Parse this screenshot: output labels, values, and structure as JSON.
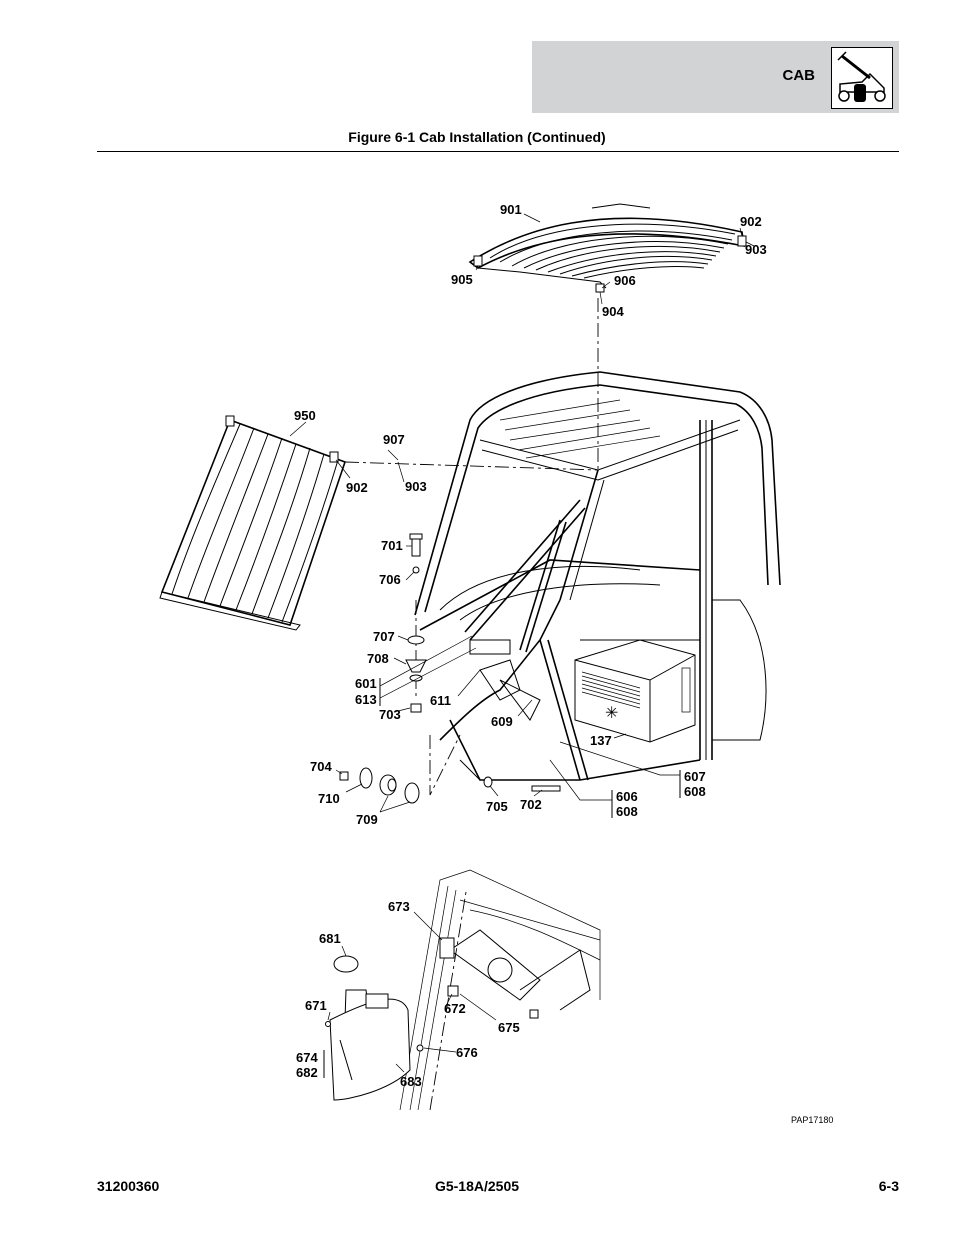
{
  "header": {
    "section": "CAB",
    "icon": "telehandler-icon"
  },
  "figure": {
    "title": "Figure 6-1 Cab Installation (Continued)",
    "figure_number": "PAP17180"
  },
  "callouts": {
    "c901": "901",
    "c902a": "902",
    "c903a": "903",
    "c905": "905",
    "c906": "906",
    "c904": "904",
    "c950": "950",
    "c907": "907",
    "c902b": "902",
    "c903b": "903",
    "c701": "701",
    "c706": "706",
    "c707": "707",
    "c708": "708",
    "c601": "601",
    "c613": "613",
    "c703": "703",
    "c611": "611",
    "c609": "609",
    "c137": "137",
    "c704": "704",
    "c710": "710",
    "c709": "709",
    "c705": "705",
    "c702": "702",
    "c607": "607",
    "c608a": "608",
    "c606": "606",
    "c608b": "608",
    "c673": "673",
    "c681": "681",
    "c671": "671",
    "c672": "672",
    "c675": "675",
    "c674": "674",
    "c682": "682",
    "c676": "676",
    "c683": "683"
  },
  "footer": {
    "doc_number": "31200360",
    "model": "G5-18A/2505",
    "page": "6-3"
  }
}
